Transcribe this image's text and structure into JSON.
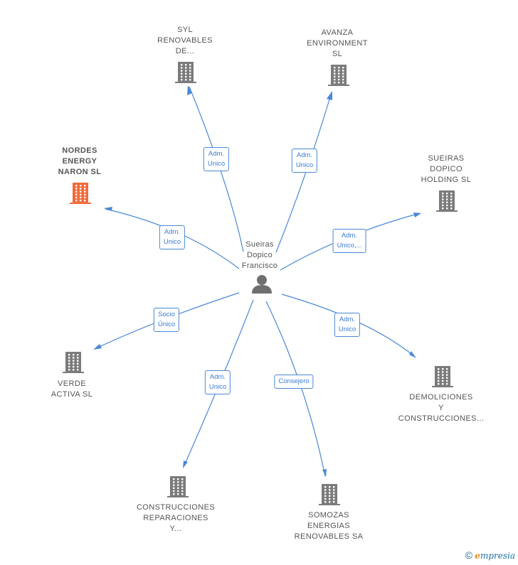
{
  "center": {
    "name_lines": [
      "Sueiras",
      "Dopico",
      "Francisco"
    ],
    "icon": "person-icon"
  },
  "companies": [
    {
      "id": "syl",
      "lines": [
        "SYL",
        "RENOVABLES",
        "DE..."
      ],
      "icon": "building-icon",
      "highlight": false
    },
    {
      "id": "avanza",
      "lines": [
        "AVANZA",
        "ENVIRONMENT",
        "SL"
      ],
      "icon": "building-icon",
      "highlight": false
    },
    {
      "id": "nordes",
      "lines": [
        "NORDES",
        "ENERGY",
        "NARON  SL"
      ],
      "icon": "building-icon",
      "highlight": true
    },
    {
      "id": "holding",
      "lines": [
        "SUEIRAS",
        "DOPICO",
        "HOLDING  SL"
      ],
      "icon": "building-icon",
      "highlight": false
    },
    {
      "id": "verde",
      "lines": [
        "VERDE",
        "ACTIVA  SL"
      ],
      "icon": "building-icon",
      "highlight": false
    },
    {
      "id": "demoliciones",
      "lines": [
        "DEMOLICIONES",
        "Y",
        "CONSTRUCCIONES..."
      ],
      "icon": "building-icon",
      "highlight": false
    },
    {
      "id": "construcciones",
      "lines": [
        "CONSTRUCCIONES",
        "REPARACIONES",
        "Y..."
      ],
      "icon": "building-icon",
      "highlight": false
    },
    {
      "id": "somozas",
      "lines": [
        "SOMOZAS",
        "ENERGIAS",
        "RENOVABLES SA"
      ],
      "icon": "building-icon",
      "highlight": false
    }
  ],
  "relations": [
    {
      "target": "syl",
      "lines": [
        "Adm.",
        "Unico"
      ]
    },
    {
      "target": "avanza",
      "lines": [
        "Adm.",
        "Unico"
      ]
    },
    {
      "target": "nordes",
      "lines": [
        "Adm.",
        "Unico"
      ]
    },
    {
      "target": "holding",
      "lines": [
        "Adm.",
        "Unico,..."
      ]
    },
    {
      "target": "verde",
      "lines": [
        "Socio",
        "Único"
      ]
    },
    {
      "target": "demoliciones",
      "lines": [
        "Adm.",
        "Unico"
      ]
    },
    {
      "target": "construcciones",
      "lines": [
        "Adm.",
        "Unico"
      ]
    },
    {
      "target": "somozas",
      "lines": [
        "Consejero"
      ]
    }
  ],
  "footer": {
    "copyright_symbol": "©",
    "brand_initial": "e",
    "brand_rest": "mpresia"
  },
  "colors": {
    "edge": "#4a87d6",
    "building": "#7b7b7b",
    "highlight": "#f26b3a"
  }
}
